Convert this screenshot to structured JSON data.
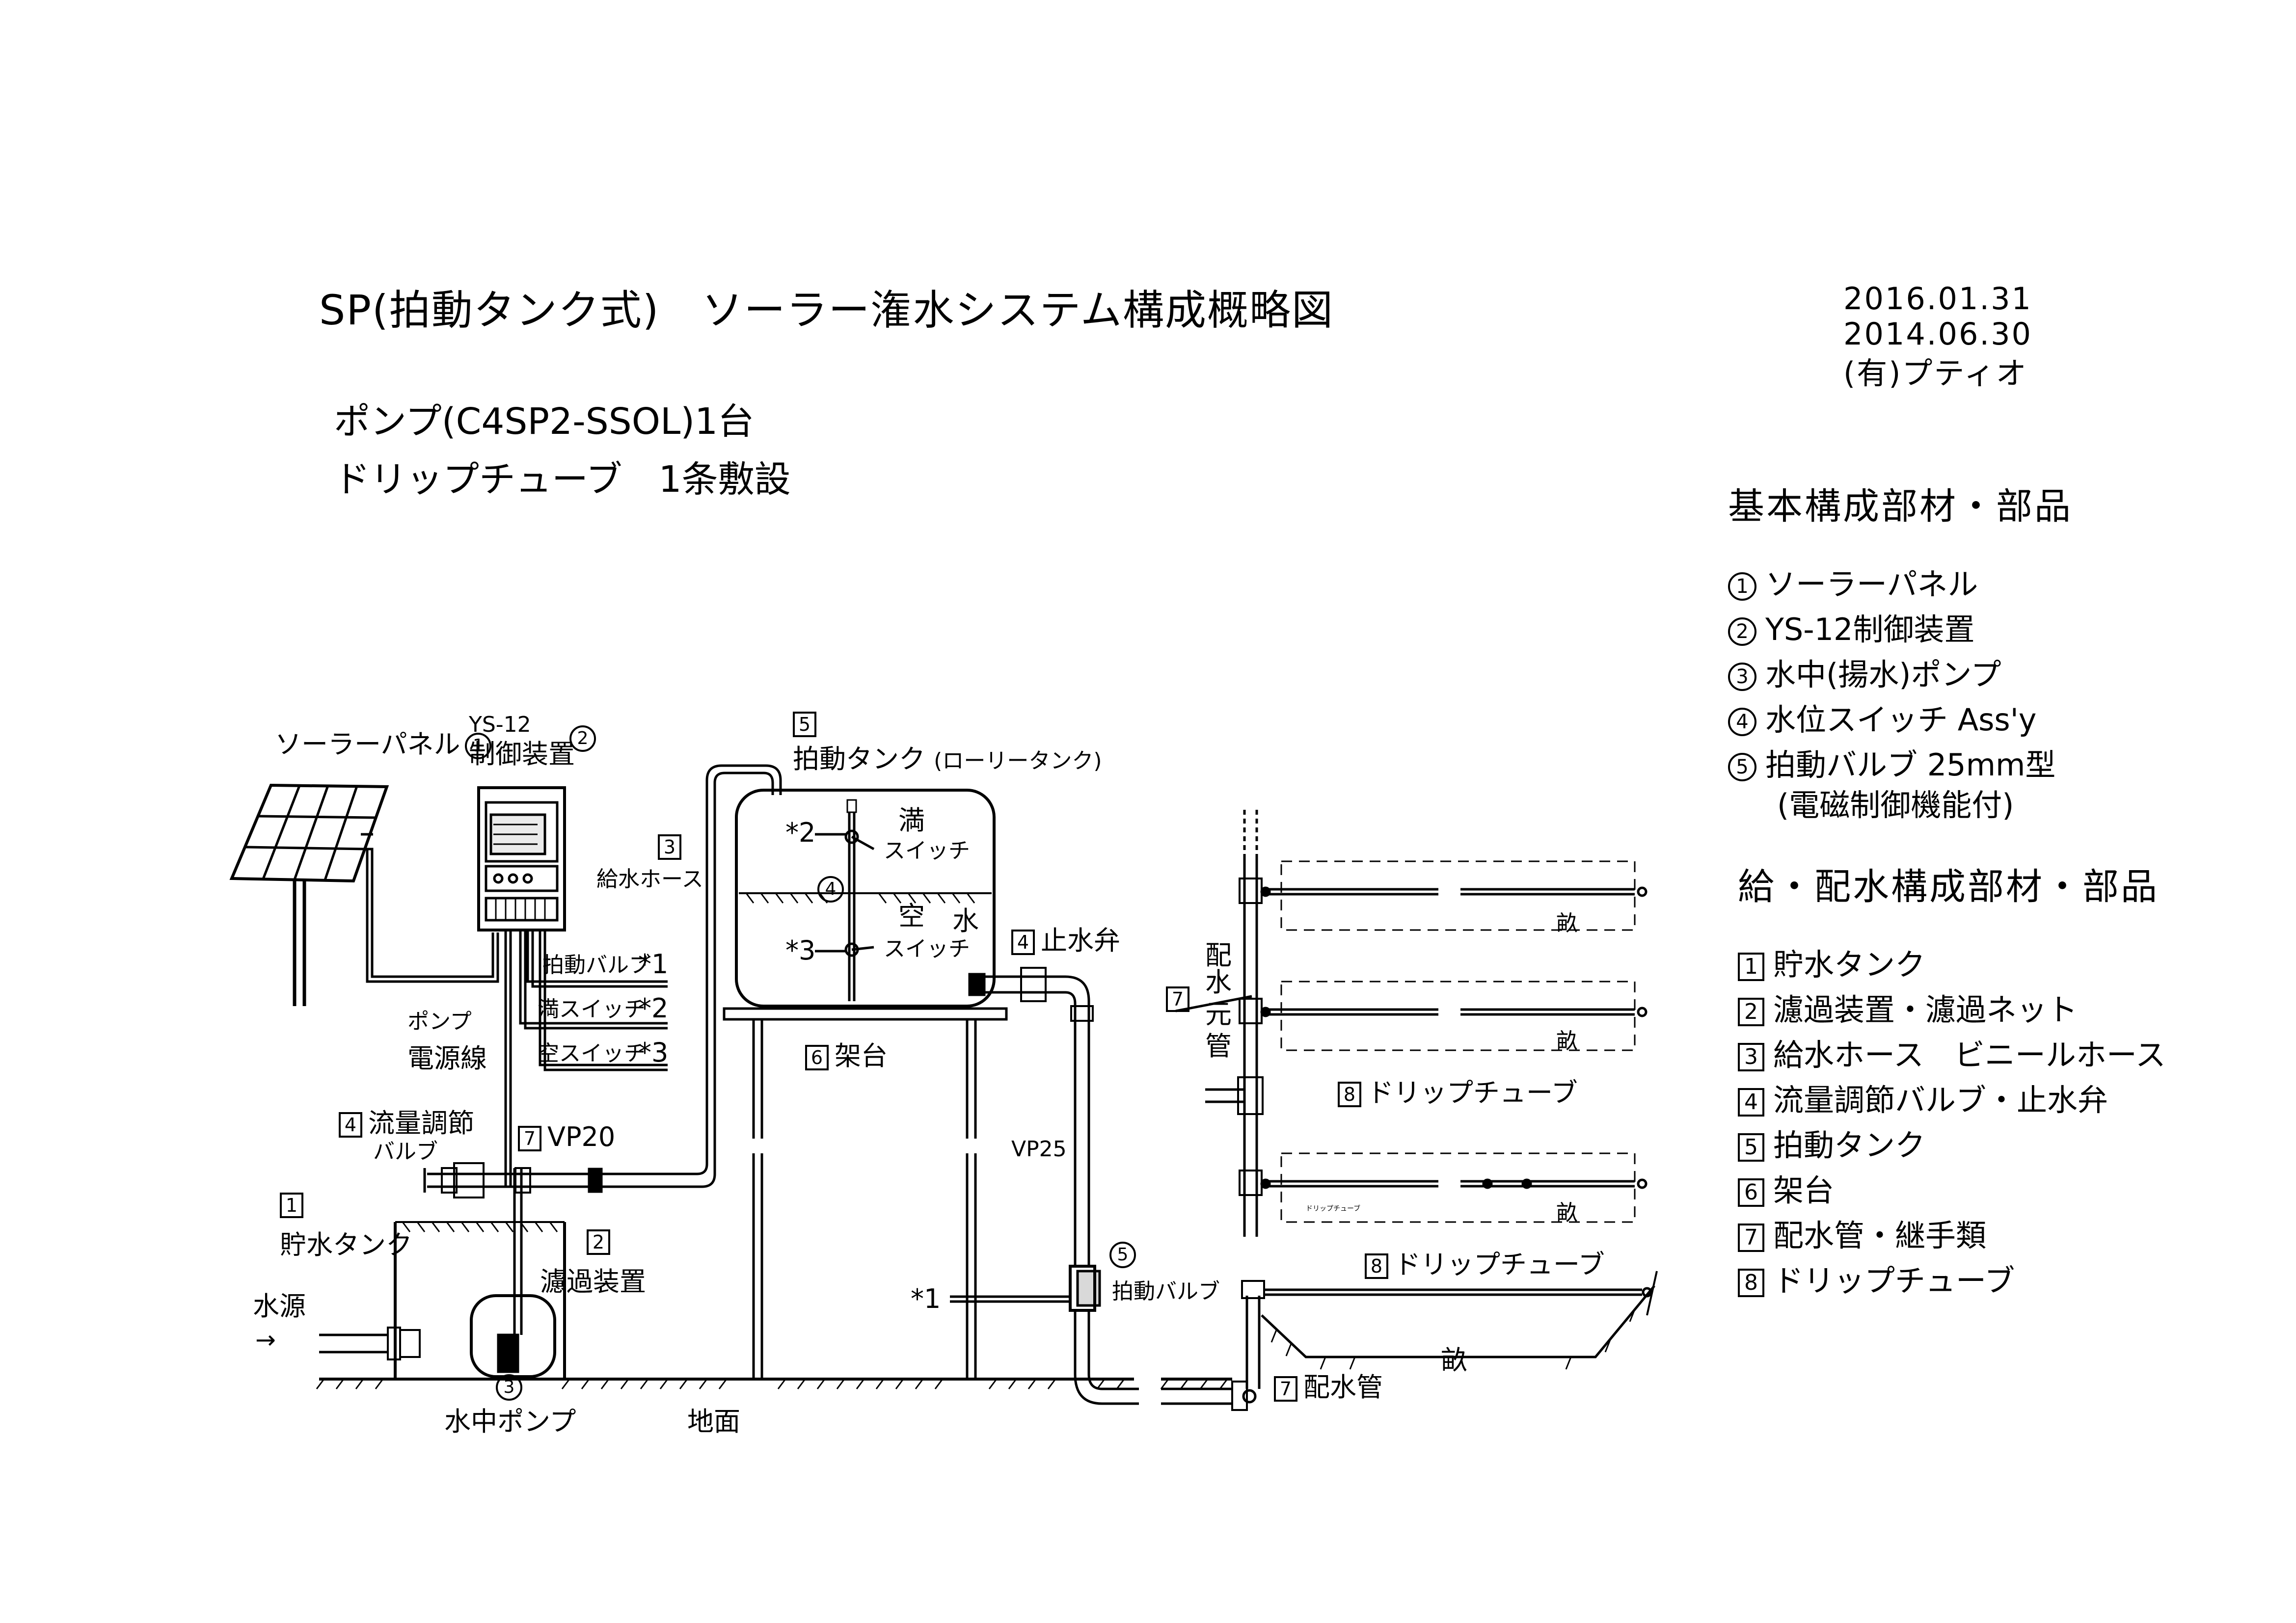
{
  "header": {
    "title": "SP(拍動タンク式)　ソーラー潅水システム構成概略図",
    "line1": "ポンプ(C4SP2-SSOL)1台",
    "line2": "ドリップチューブ　1条敷設",
    "date1": "2016.01.31",
    "date2": "2014.06.30",
    "company": "(有)プティオ"
  },
  "legend_basic": {
    "title": "基本構成部材・部品",
    "items": [
      {
        "num": "1",
        "label": "ソーラーパネル"
      },
      {
        "num": "2",
        "label": "YS-12制御装置"
      },
      {
        "num": "3",
        "label": "水中(揚水)ポンプ"
      },
      {
        "num": "4",
        "label": "水位スイッチ Ass'y"
      },
      {
        "num": "5",
        "label": "拍動バルブ 25mm型"
      }
    ],
    "item5_note": "(電磁制御機能付)"
  },
  "legend_supply": {
    "title": "給・配水構成部材・部品",
    "items": [
      {
        "num": "1",
        "label": "貯水タンク"
      },
      {
        "num": "2",
        "label": "濾過装置・濾過ネット"
      },
      {
        "num": "3",
        "label": "給水ホース　ビニールホース"
      },
      {
        "num": "4",
        "label": "流量調節バルブ・止水弁"
      },
      {
        "num": "5",
        "label": "拍動タンク"
      },
      {
        "num": "6",
        "label": "架台"
      },
      {
        "num": "7",
        "label": "配水管・継手類"
      },
      {
        "num": "8",
        "label": "ドリップチューブ"
      }
    ]
  },
  "diagram": {
    "solar_panel": "ソーラーパネル",
    "solar_num": "1",
    "ctrl_model": "YS-12",
    "ctrl_name": "制御装置",
    "ctrl_num": "2",
    "wire_valve": "拍動バルブ",
    "mark1": "*1",
    "wire_full": "満スイッチ",
    "mark2": "*2",
    "wire_empty": "空スイッチ",
    "mark3": "*3",
    "power_line_1": "ポンプ",
    "power_line_2": "電源線",
    "hose_num": "3",
    "hose": "給水ホース",
    "flow_num": "4",
    "flow_valve_1": "流量調節",
    "flow_valve_2": "バルブ",
    "vp20_num": "7",
    "vp20": "VP20",
    "storage_num": "1",
    "storage_tank": "貯水タンク",
    "water_source": "水源",
    "filter_num": "2",
    "filter": "濾過装置",
    "pump_num": "3",
    "pump": "水中ポンプ",
    "ground": "地面",
    "ptank_num": "5",
    "ptank": "拍動タンク",
    "ptank_sub": "(ローリータンク)",
    "full_1": "満",
    "full_2": "スイッチ",
    "float_num": "4",
    "empty_1": "空",
    "empty_water": "水",
    "empty_2": "スイッチ",
    "stand_num": "6",
    "stand": "架台",
    "stop_num": "4",
    "stop_valve": "止水弁",
    "vp25": "VP25",
    "pvalve_num": "5",
    "pvalve": "拍動バルブ",
    "main_pipe": [
      "配",
      "水",
      "元",
      "管"
    ],
    "main_num": "7",
    "drip_num": "8",
    "drip": "ドリップチューブ",
    "ridge": "畝",
    "drip_small": "ドリップチューブ",
    "dist_num": "7",
    "dist_pipe": "配水管"
  }
}
